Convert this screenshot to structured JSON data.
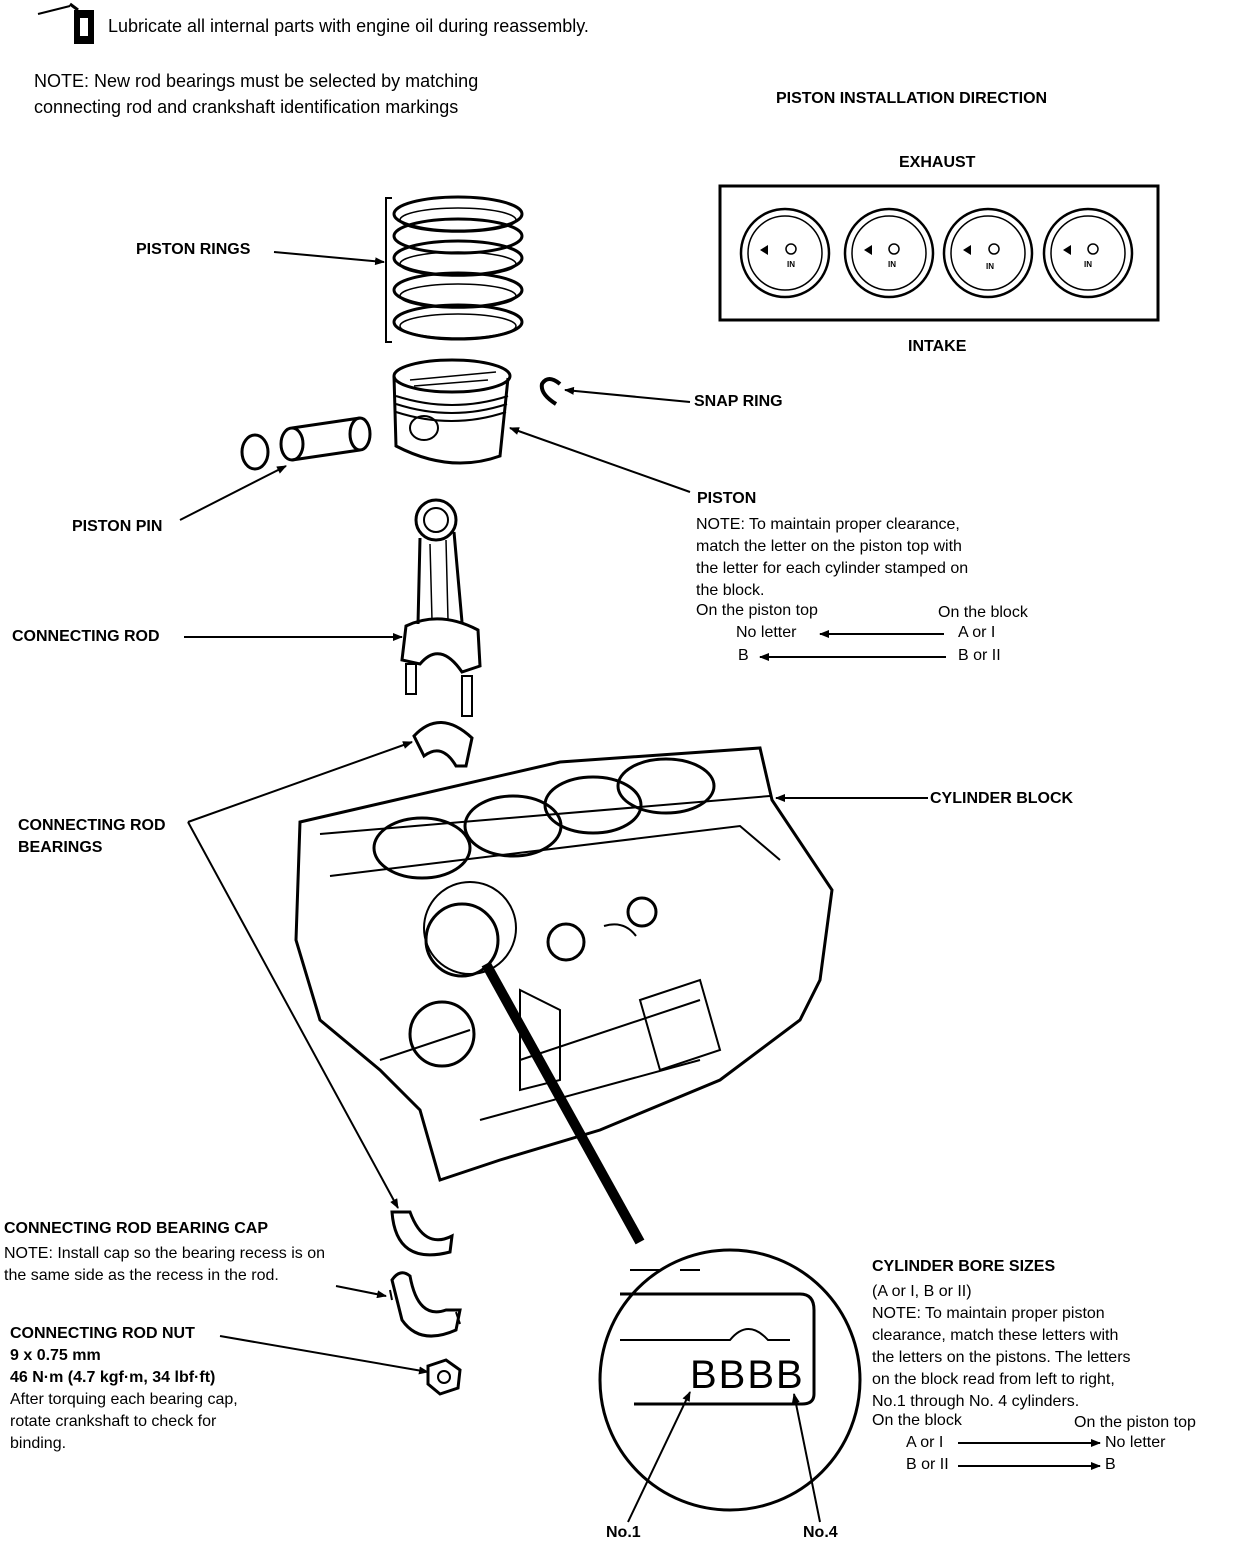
{
  "header": {
    "lubricate": "Lubricate all internal parts with engine oil during reassembly.",
    "note_lines": [
      "NOTE:  New rod bearings must be selected by matching",
      "connecting rod and crankshaft identification markings"
    ]
  },
  "piston_direction": {
    "title": "PISTON INSTALLATION DIRECTION",
    "exhaust": "EXHAUST",
    "intake": "INTAKE",
    "piston_marks": [
      "IN",
      "IN",
      "IN",
      "IN"
    ]
  },
  "labels": {
    "piston_rings": "PISTON RINGS",
    "snap_ring": "SNAP RING",
    "piston_pin": "PISTON PIN",
    "connecting_rod": "CONNECTING ROD",
    "cylinder_block": "CYLINDER BLOCK",
    "rod_bearings": [
      "CONNECTING ROD",
      "BEARINGS"
    ],
    "no1": "No.1",
    "no4": "No.4"
  },
  "piston": {
    "title": "PISTON",
    "note_lines": [
      "NOTE:   To maintain proper clearance,",
      "match the letter on the piston top with",
      "the letter for each cylinder stamped on",
      "the block."
    ],
    "table_left_header": "On the piston top",
    "table_right_header": "On the block",
    "rows": [
      {
        "left": "No letter",
        "right": "A or I"
      },
      {
        "left": "B",
        "right": "B or II"
      }
    ]
  },
  "bearing_cap": {
    "title": "CONNECTING ROD BEARING CAP",
    "note_lines": [
      "NOTE:  Install cap so the bearing recess is on",
      "the same side as the recess in the rod."
    ]
  },
  "rod_nut": {
    "lines": [
      "CONNECTING ROD NUT",
      "9 x 0.75 mm",
      "46 N·m (4.7 kgf·m, 34 lbf·ft)",
      "After torquing each bearing cap,",
      "rotate crankshaft to check for",
      "binding."
    ]
  },
  "bore_sizes": {
    "title": "CYLINDER BORE SIZES",
    "lines": [
      "(A or I, B or II)",
      "NOTE:   To maintain proper piston",
      "clearance, match these letters with",
      "the letters on the pistons. The letters",
      "on the block read from left to right,",
      "No.1 through No. 4 cylinders."
    ],
    "table_left_header": "On the block",
    "table_right_header": "On the piston top",
    "rows": [
      {
        "left": "A or I",
        "right": "No letter"
      },
      {
        "left": "B or II",
        "right": "B"
      }
    ]
  },
  "detail": {
    "stamp": "BBBB"
  }
}
